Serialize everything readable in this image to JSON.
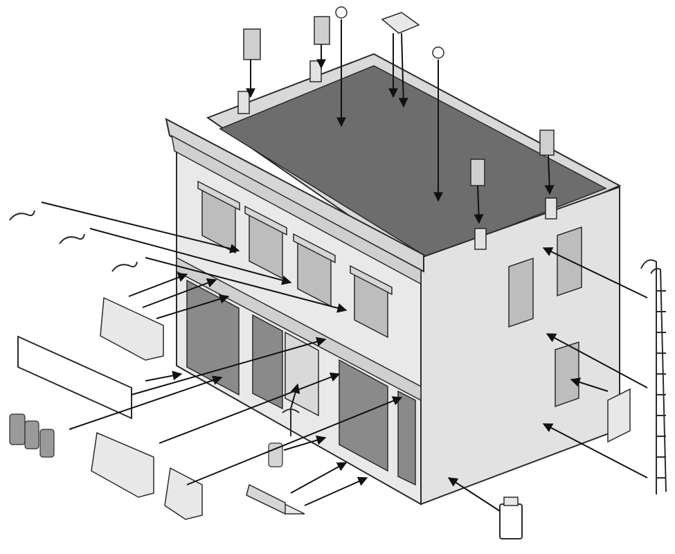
{
  "diagram": {
    "kind": "exploded-assembly",
    "labels": [],
    "colors": {
      "background": "#ffffff",
      "outline": "#2a2a2a",
      "wall_light": "#e9e9e9",
      "wall_mid": "#d6d6d6",
      "wall_shadow": "#bdbdbd",
      "roof": "#6d6d6d",
      "window_dark": "#8a8a8a",
      "arrow": "#111111"
    },
    "parts": [
      {
        "name": "chimney-cap",
        "icon": "chimney-icon"
      },
      {
        "name": "roof-vent",
        "icon": "vent-icon"
      },
      {
        "name": "skylight-frame",
        "icon": "skylight-icon"
      },
      {
        "name": "wall-bracket",
        "icon": "hook-icon"
      },
      {
        "name": "awning",
        "icon": "awning-icon"
      },
      {
        "name": "sign-board",
        "icon": "sign-icon"
      },
      {
        "name": "barrels",
        "icon": "barrel-icon"
      },
      {
        "name": "street-lamp",
        "icon": "lamp-icon"
      },
      {
        "name": "bench",
        "icon": "bench-icon"
      },
      {
        "name": "ladder",
        "icon": "ladder-icon"
      },
      {
        "name": "wall-poster",
        "icon": "poster-icon"
      },
      {
        "name": "bottle",
        "icon": "bottle-icon"
      }
    ]
  }
}
